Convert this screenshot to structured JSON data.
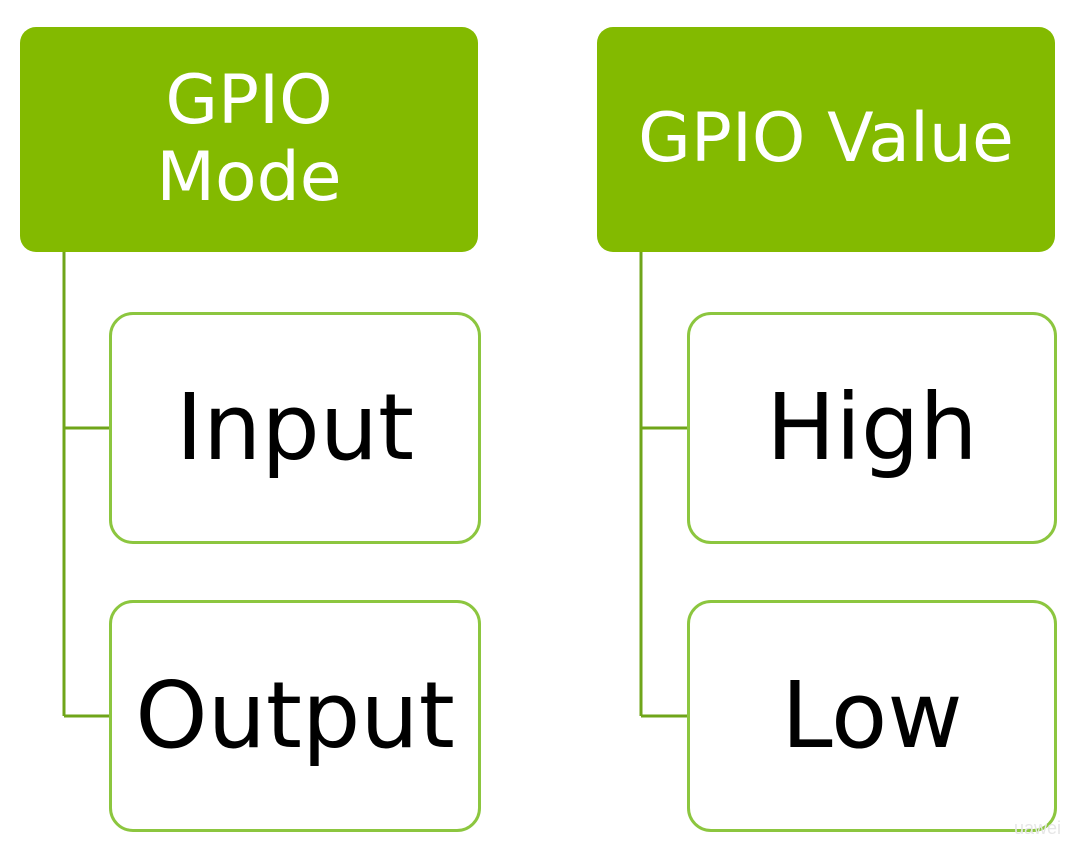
{
  "diagram": {
    "left_tree": {
      "header": {
        "line1": "GPIO",
        "line2": "Mode"
      },
      "children": [
        {
          "label": "Input"
        },
        {
          "label": "Output"
        }
      ]
    },
    "right_tree": {
      "header": {
        "label": "GPIO Value"
      },
      "children": [
        {
          "label": "High"
        },
        {
          "label": "Low"
        }
      ]
    }
  },
  "colors": {
    "header_fill": "#83ba00",
    "child_border": "#8cc63f",
    "connector": "#6fa51a",
    "header_text": "#ffffff",
    "child_text": "#000000"
  },
  "watermark": {
    "text": "uawei"
  }
}
